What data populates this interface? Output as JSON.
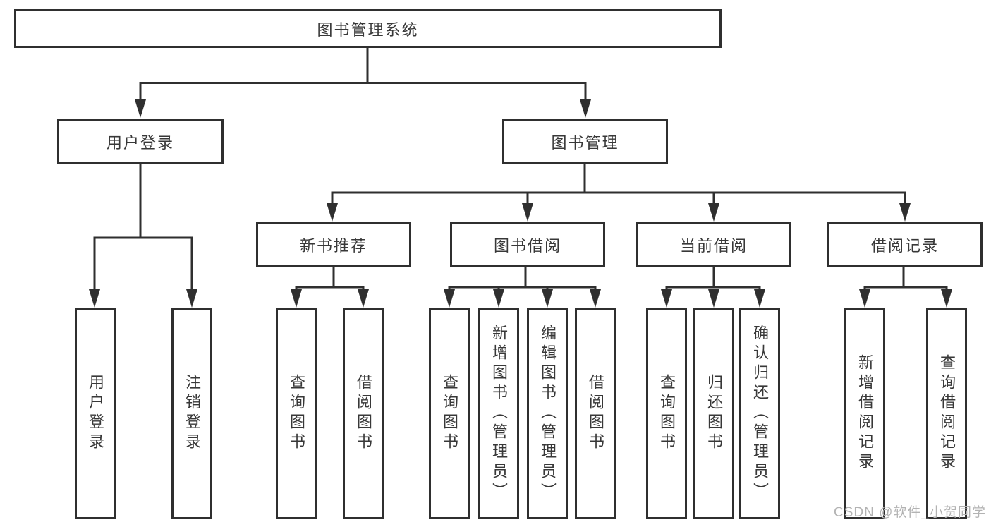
{
  "watermark": "CSDN @软件_小贺同学",
  "colors": {
    "line": "#2f2f2f",
    "text": "#383838",
    "watermark": "#b3b3b3",
    "background": "#ffffff"
  },
  "tree": {
    "label": "图书管理系统",
    "children": [
      {
        "label": "用户登录",
        "children": [
          {
            "label": "用户登录"
          },
          {
            "label": "注销登录"
          }
        ]
      },
      {
        "label": "图书管理",
        "children": [
          {
            "label": "新书推荐",
            "children": [
              {
                "label": "查询图书"
              },
              {
                "label": "借阅图书"
              }
            ]
          },
          {
            "label": "图书借阅",
            "children": [
              {
                "label": "查询图书"
              },
              {
                "label": "新增图书（管理员）"
              },
              {
                "label": "编辑图书（管理员）"
              },
              {
                "label": "借阅图书"
              }
            ]
          },
          {
            "label": "当前借阅",
            "children": [
              {
                "label": "查询图书"
              },
              {
                "label": "归还图书"
              },
              {
                "label": "确认归还（管理员）"
              }
            ]
          },
          {
            "label": "借阅记录",
            "children": [
              {
                "label": "新增借阅记录"
              },
              {
                "label": "查询借阅记录"
              }
            ]
          }
        ]
      }
    ]
  }
}
